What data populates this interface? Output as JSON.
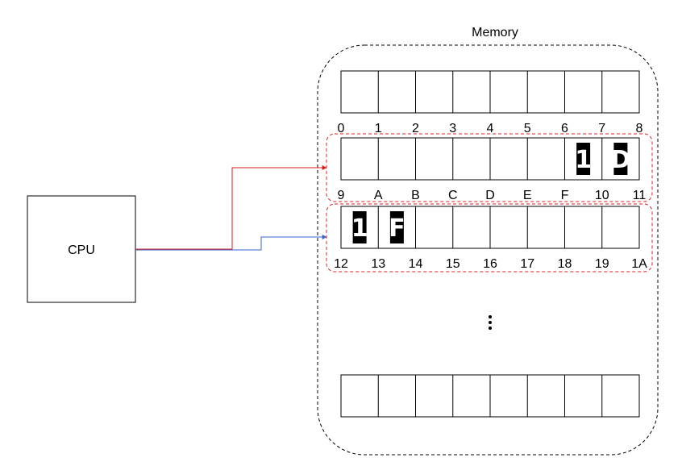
{
  "cpu": {
    "label": "CPU"
  },
  "memory": {
    "title": "Memory",
    "rows": [
      {
        "id": "row-0",
        "index_labels": [
          "0",
          "1",
          "2",
          "3",
          "4",
          "5",
          "6",
          "7",
          "8"
        ],
        "highlight": [],
        "dashed_group": false,
        "arrow": null
      },
      {
        "id": "row-1",
        "index_labels": [
          "9",
          "A",
          "B",
          "C",
          "D",
          "E",
          "F",
          "10",
          "11"
        ],
        "highlight": [
          {
            "cell": 6,
            "text": "1"
          },
          {
            "cell": 7,
            "text": "D"
          }
        ],
        "dashed_group": true,
        "arrow": "red"
      },
      {
        "id": "row-2",
        "index_labels": [
          "12",
          "13",
          "14",
          "15",
          "16",
          "17",
          "18",
          "19",
          "1A"
        ],
        "highlight": [
          {
            "cell": 0,
            "text": "1"
          },
          {
            "cell": 1,
            "text": "F"
          }
        ],
        "dashed_group": true,
        "arrow": "blue"
      }
    ],
    "ellipsis": "⋮",
    "bottom_row": {
      "id": "row-last",
      "index_labels": []
    }
  },
  "colors": {
    "outline": "#000000",
    "group_border": "#e02020",
    "arrow_red": "#d42020",
    "arrow_blue": "#3a66c8",
    "highlight_fill": "#000000",
    "highlight_text": "#ffffff"
  }
}
